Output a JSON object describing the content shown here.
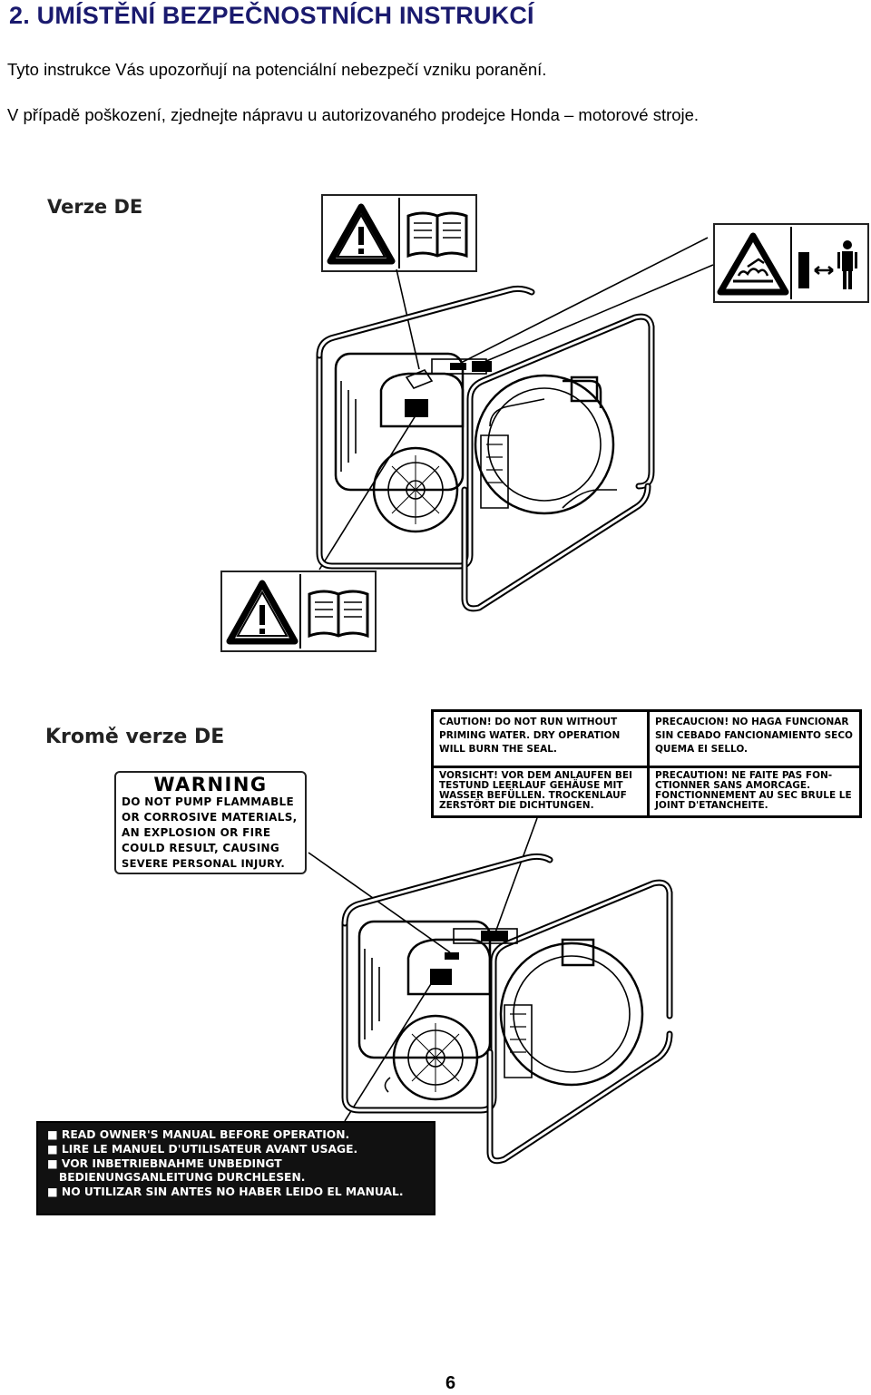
{
  "header": {
    "title": "2. UMÍSTĚNÍ BEZPEČNOSTNÍCH INSTRUKCÍ",
    "intro": "Tyto instrukce Vás upozorňují na potenciální nebezpečí vzniku poranění.",
    "repair_note": "V případě poškození, zjednejte nápravu u autorizovaného prodejce Honda – motorové stroje."
  },
  "version_de": {
    "label": "Verze DE",
    "icons": [
      "warning-triangle-icon",
      "manual-book-icon",
      "hot-surface-icon",
      "keep-distance-icon"
    ]
  },
  "version_other": {
    "label": "Kromě verze DE",
    "warning": {
      "heading": "WARNING",
      "lines": [
        "DO NOT PUMP FLAMMABLE",
        "OR CORROSIVE MATERIALS,",
        "AN EXPLOSION OR FIRE",
        "COULD RESULT, CAUSING",
        "SEVERE PERSONAL INJURY."
      ]
    },
    "caution": {
      "en": [
        "CAUTION! DO NOT RUN WITHOUT",
        "PRIMING WATER. DRY OPERATION",
        "WILL BURN THE SEAL."
      ],
      "de": [
        "VORSICHT! VOR DEM ANLAUFEN BEI",
        "TESTUND LEERLAUF GEHÄUSE MIT",
        "WASSER BEFÜLLEN. TROCKENLAUF",
        "ZERSTÖRT DIE DICHTUNGEN."
      ],
      "es": [
        "PRECAUCION! NO HAGA FUNCIONAR",
        "SIN CEBADO FANCIONAMIENTO SECO",
        "QUEMA EI SELLO."
      ],
      "fr": [
        "PRECAUTION! NE FAITE PAS FON-",
        "CTIONNER SANS AMORCAGE.",
        "FONCTIONNEMENT AU SEC BRULE LE",
        "JOINT D'ETANCHEITE."
      ]
    },
    "manual_notice": [
      "■ READ OWNER'S MANUAL BEFORE OPERATION.",
      "■ LIRE LE MANUEL D'UTILISATEUR AVANT USAGE.",
      "■ VOR INBETRIEBNAHME UNBEDINGT",
      "   BEDIENUNGSANLEITUNG DURCHLESEN.",
      "■ NO UTILIZAR SIN ANTES NO HABER LEIDO EL MANUAL."
    ]
  },
  "page_number": "6"
}
